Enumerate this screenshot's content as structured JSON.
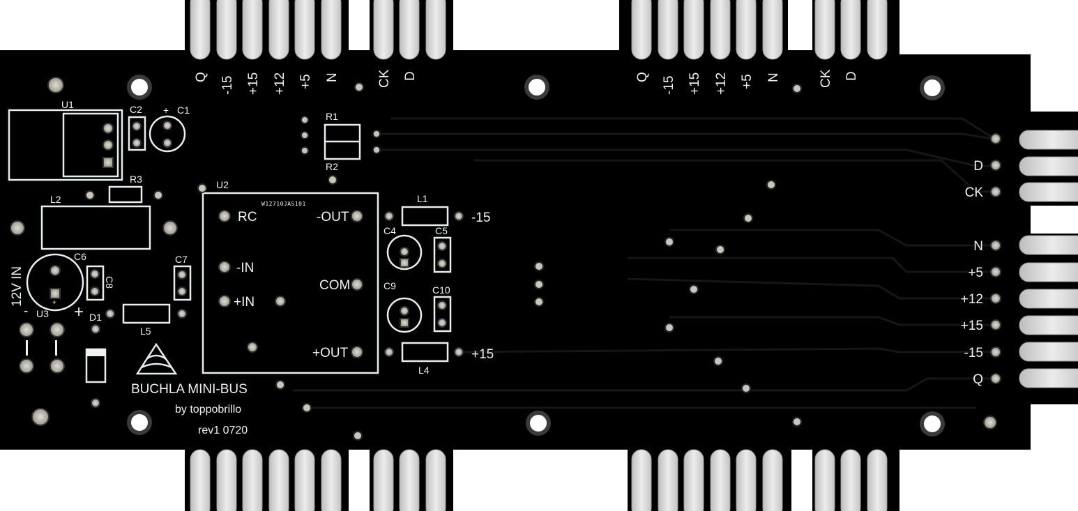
{
  "board": {
    "color": "#000000",
    "silkscreen_color": "#eef2f2",
    "title": "BUCHLA MINI-BUS",
    "author": "by toppobrillo",
    "revision": "rev1 0720",
    "module_part_number": "W12710JAS101"
  },
  "top_connector_labels": [
    "Q",
    "-15",
    "+15",
    "+12",
    "+5",
    "N",
    "CK",
    "D"
  ],
  "right_connector_labels": [
    "D",
    "CK",
    "N",
    "+5",
    "+12",
    "+15",
    "-15",
    "Q"
  ],
  "power_input": {
    "label": "12V IN",
    "minus": "-",
    "plus": "+"
  },
  "components": {
    "U1": "U1",
    "C1": "C1",
    "C2": "C2",
    "R3": "R3",
    "L2": "L2",
    "C6": "C6",
    "C8": "C8",
    "C7": "C7",
    "L5": "L5",
    "D1": "D1",
    "U3": "U3",
    "U2": "U2",
    "R1": "R1",
    "R2": "R2",
    "L1": "L1",
    "C4": "C4",
    "C5": "C5",
    "C9": "C9",
    "C10": "C10",
    "L4": "L4"
  },
  "module_pins": {
    "rc": "RC",
    "minus_out": "-OUT",
    "minus_in": "-IN",
    "com": "COM",
    "plus_in": "+IN",
    "plus_out": "+OUT"
  },
  "rail_labels": {
    "neg": "-15",
    "pos": "+15"
  },
  "polarity_plus": "+"
}
